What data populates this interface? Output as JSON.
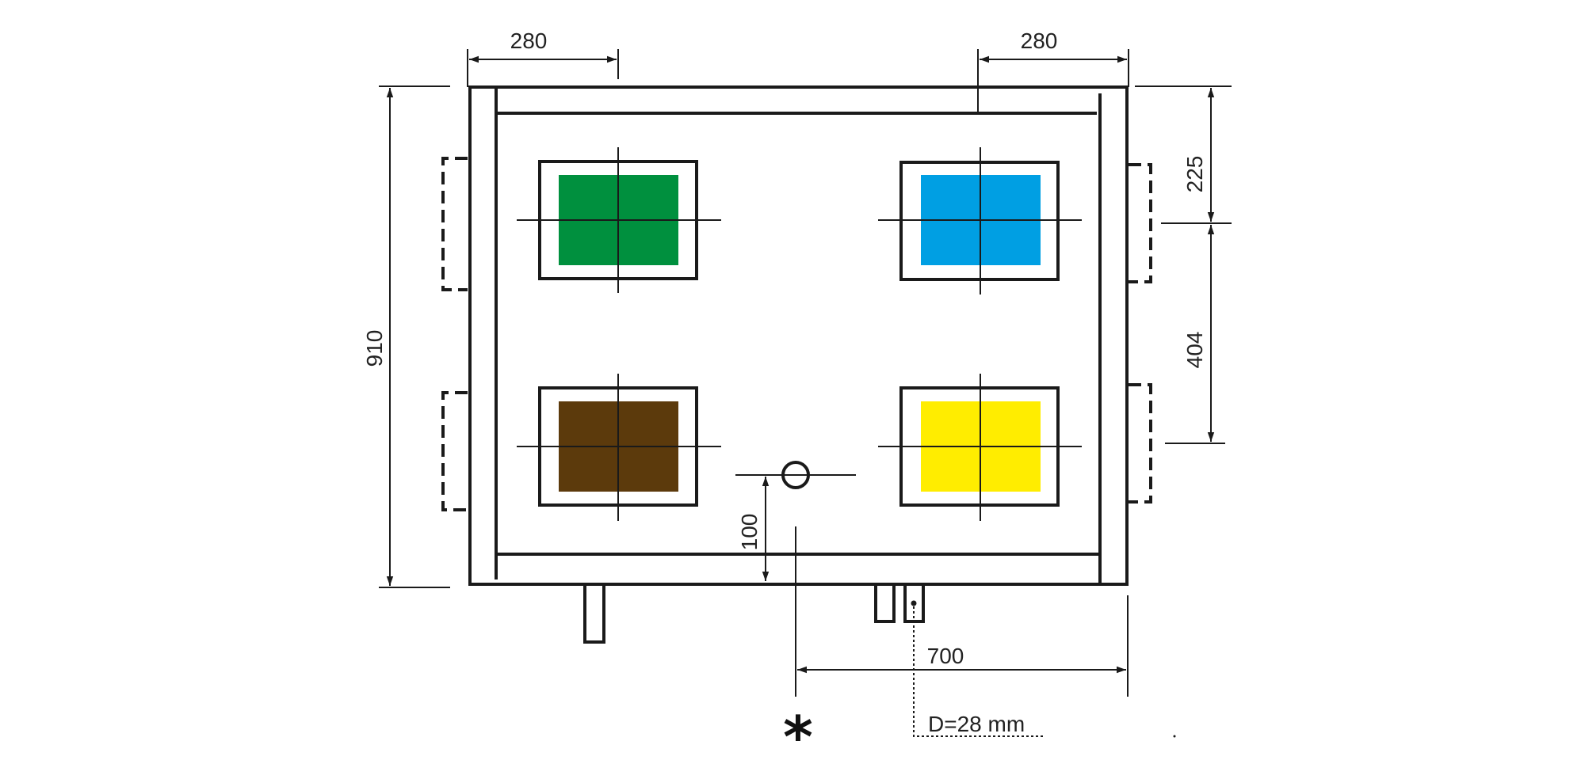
{
  "dimensions": {
    "top_left_width": "280",
    "top_right_width": "280",
    "total_height": "910",
    "right_top_offset": "225",
    "right_spacing": "404",
    "outlet_offset": "100",
    "outlet_horizontal": "700"
  },
  "annotations": {
    "pipe_diameter": "D=28 mm",
    "asterisk": "*"
  },
  "colors": {
    "outline": "#1a1a1a",
    "zone_top_left": "#00903e",
    "zone_top_right": "#009fe3",
    "zone_bottom_left": "#5c3a0c",
    "zone_bottom_right": "#ffed00"
  }
}
